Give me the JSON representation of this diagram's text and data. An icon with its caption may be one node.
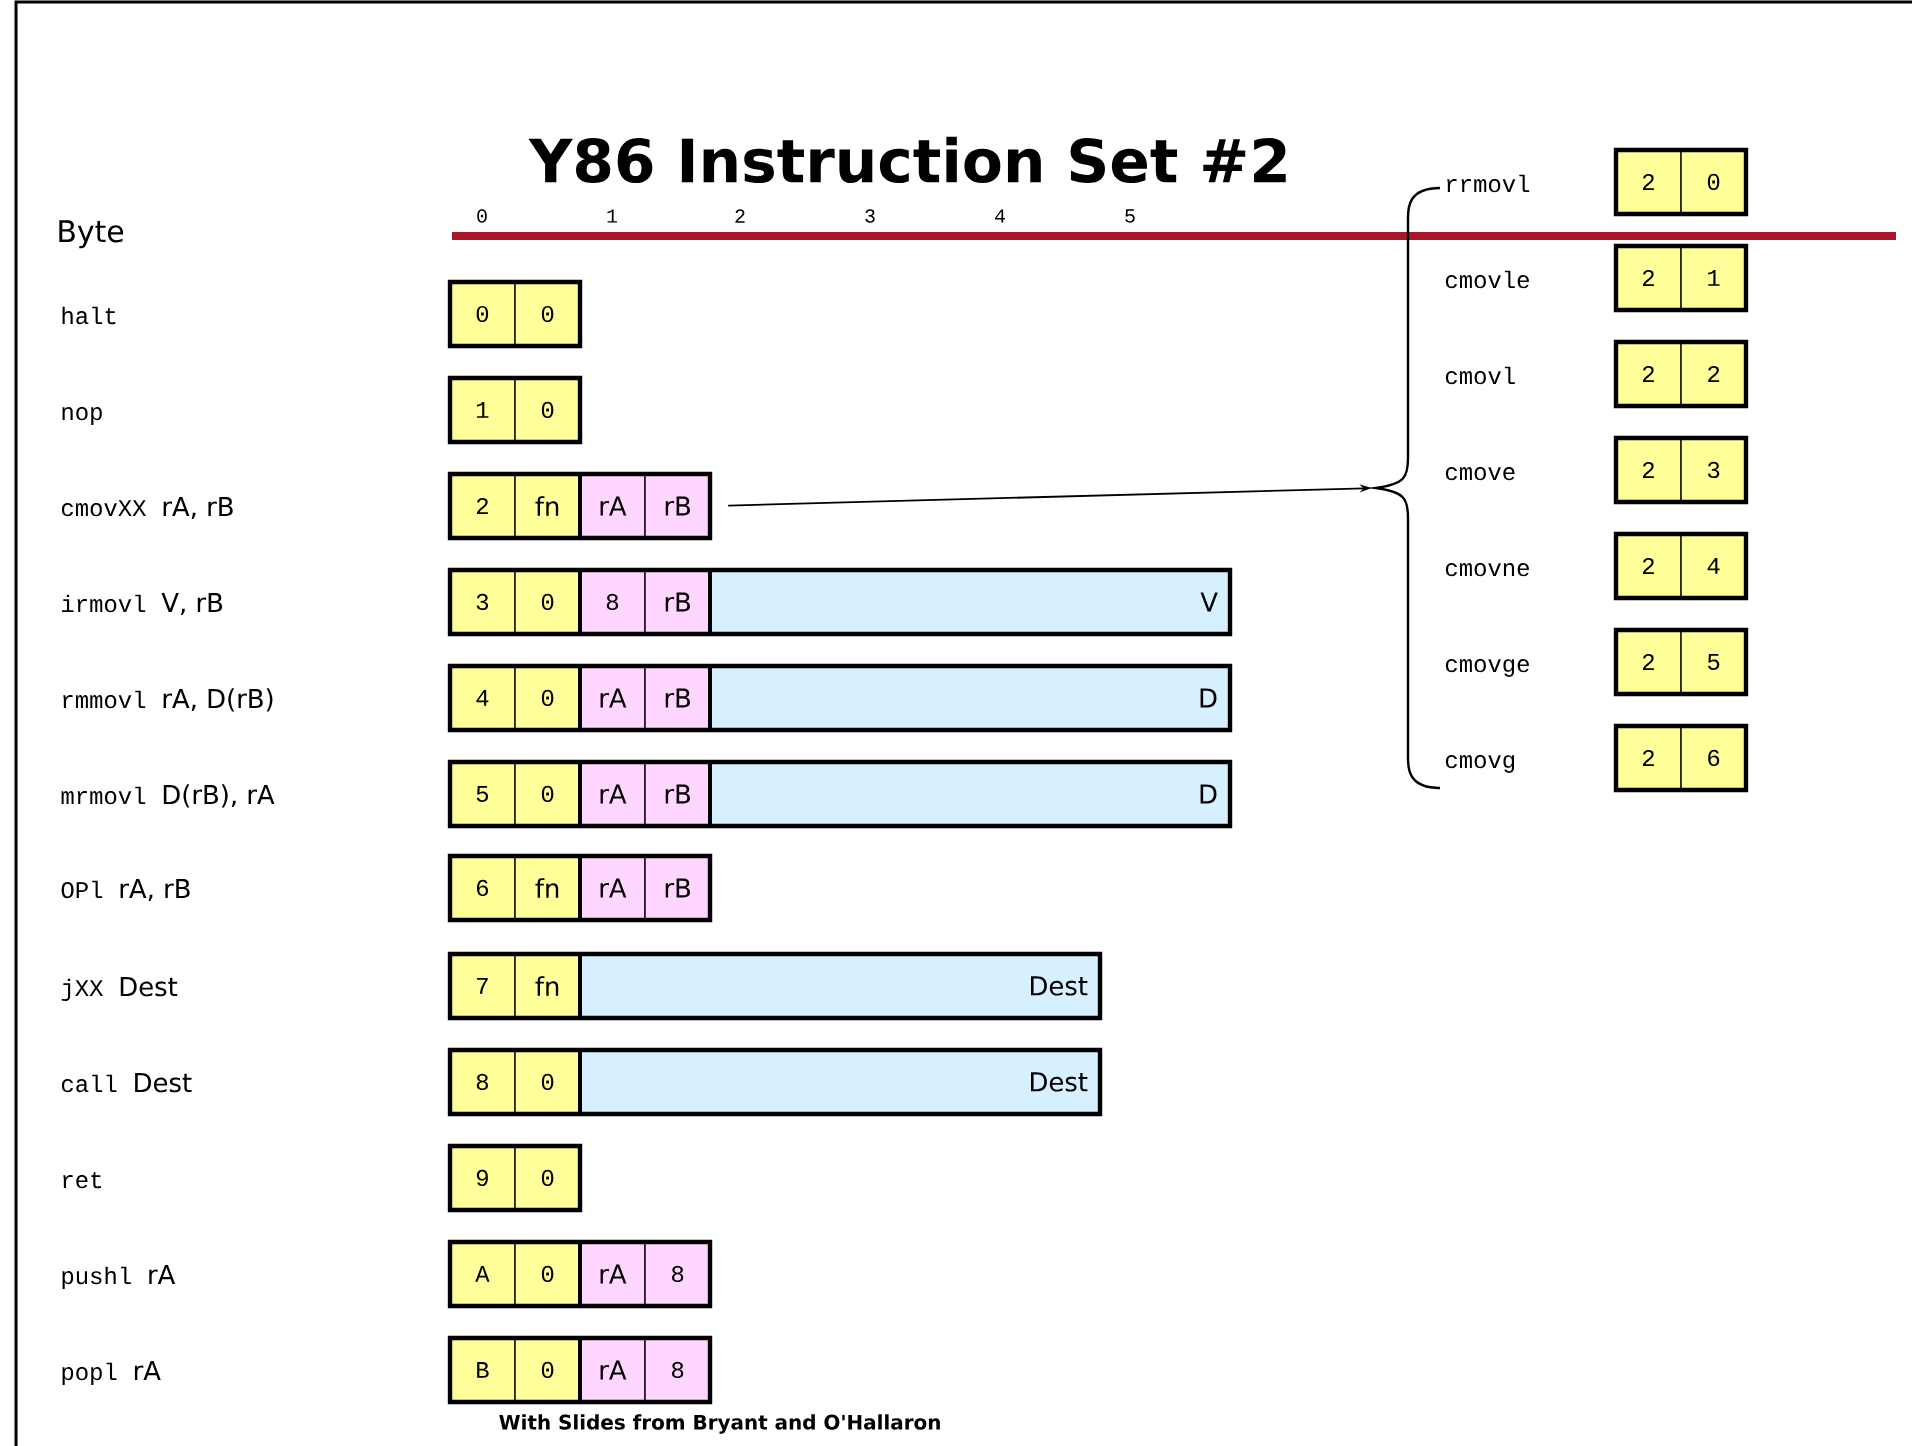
{
  "diagram": {
    "title": "Y86 Instruction Set #2",
    "nodes": [
      {
        "text": [],
        "shape": "box"
      },
      {
        "text": [
          "0"
        ],
        "in": 0
      },
      {
        "text": [
          "0"
        ],
        "in": 0
      },
      {
        "text": [],
        "shape": "box"
      },
      {
        "text": [
          "1"
        ],
        "in": 3
      },
      {
        "text": [
          "0"
        ],
        "in": 3
      },
      {
        "text": [],
        "shape": "box"
      },
      {
        "text": [
          "2"
        ],
        "in": 6
      },
      {
        "text": [
          "fn"
        ],
        "in": 6
      },
      {
        "text": [
          "rA"
        ],
        "in": 6
      },
      {
        "text": [
          "rB"
        ],
        "in": 6
      },
      {
        "text": [],
        "shape": "box"
      },
      {
        "text": [
          "3"
        ],
        "in": 11
      },
      {
        "text": [
          "0"
        ],
        "in": 11
      },
      {
        "text": [
          "8"
        ],
        "in": 11
      },
      {
        "text": [
          "rB"
        ],
        "in": 11
      },
      {
        "text": [
          "V"
        ],
        "in": 11
      },
      {
        "text": [],
        "shape": "box"
      },
      {
        "text": [
          "4"
        ],
        "in": 17
      },
      {
        "text": [
          "0"
        ],
        "in": 17
      },
      {
        "text": [
          "rA"
        ],
        "in": 17
      },
      {
        "text": [
          "rB"
        ],
        "in": 17
      },
      {
        "text": [
          "D"
        ],
        "in": 17
      },
      {
        "text": [],
        "shape": "box"
      },
      {
        "text": [
          "5"
        ],
        "in": 23
      },
      {
        "text": [
          "0"
        ],
        "in": 23
      },
      {
        "text": [
          "rA"
        ],
        "in": 23
      },
      {
        "text": [
          "rB"
        ],
        "in": 23
      },
      {
        "text": [
          "D"
        ],
        "in": 23
      },
      {
        "text": [],
        "shape": "box"
      },
      {
        "text": [
          "6"
        ],
        "in": 29
      },
      {
        "text": [
          "fn"
        ],
        "in": 29
      },
      {
        "text": [
          "rA"
        ],
        "in": 29
      },
      {
        "text": [
          "rB"
        ],
        "in": 29
      },
      {
        "text": [],
        "shape": "box"
      },
      {
        "text": [
          "7"
        ],
        "in": 34
      },
      {
        "text": [
          "fn"
        ],
        "in": 34
      },
      {
        "text": [
          "Dest"
        ],
        "in": 34
      },
      {
        "text": [],
        "shape": "box"
      },
      {
        "text": [
          "8"
        ],
        "in": 38
      },
      {
        "text": [
          "0"
        ],
        "in": 38
      },
      {
        "text": [
          "Dest"
        ],
        "in": 38
      },
      {
        "text": [],
        "shape": "box"
      },
      {
        "text": [
          "9"
        ],
        "in": 42
      },
      {
        "text": [
          "0"
        ],
        "in": 42
      },
      {
        "text": [],
        "shape": "box"
      },
      {
        "text": [
          "A"
        ],
        "in": 45
      },
      {
        "text": [
          "0"
        ],
        "in": 45
      },
      {
        "text": [
          "rA"
        ],
        "in": 45
      },
      {
        "text": [
          "8"
        ],
        "in": 45
      },
      {
        "text": [],
        "shape": "box"
      },
      {
        "text": [
          "B"
        ],
        "in": 50
      },
      {
        "text": [
          "0"
        ],
        "in": 50
      },
      {
        "text": [
          "rA"
        ],
        "in": 50
      },
      {
        "text": [
          "8"
        ],
        "in": 50
      },
      {
        "text": [],
        "shape": "brace"
      },
      {
        "text": [],
        "shape": "box"
      },
      {
        "text": [
          "2"
        ],
        "in": 56
      },
      {
        "text": [
          "0"
        ],
        "in": 56
      },
      {
        "text": [],
        "shape": "box"
      },
      {
        "text": [
          "2"
        ],
        "in": 59
      },
      {
        "text": [
          "1"
        ],
        "in": 59
      },
      {
        "text": [],
        "shape": "box"
      },
      {
        "text": [
          "2"
        ],
        "in": 62
      },
      {
        "text": [
          "2"
        ],
        "in": 62
      },
      {
        "text": [],
        "shape": "box"
      },
      {
        "text": [
          "2"
        ],
        "in": 65
      },
      {
        "text": [
          "3"
        ],
        "in": 65
      },
      {
        "text": [],
        "shape": "box"
      },
      {
        "text": [
          "2"
        ],
        "in": 68
      },
      {
        "text": [
          "4"
        ],
        "in": 68
      },
      {
        "text": [],
        "shape": "box"
      },
      {
        "text": [
          "2"
        ],
        "in": 71
      },
      {
        "text": [
          "5"
        ],
        "in": 71
      },
      {
        "text": [],
        "shape": "box"
      },
      {
        "text": [
          "2"
        ],
        "in": 74
      },
      {
        "text": [
          "6"
        ],
        "in": 74
      }
    ],
    "edges": [
      {
        "from": 6,
        "to": 55,
        "arrow": "to"
      }
    ],
    "labels": [
      "Byte",
      "0",
      "1",
      "2",
      "3",
      "4",
      "5",
      "halt",
      "nop",
      "cmovXX",
      "rA, rB",
      "irmovl",
      "V, rB",
      "rmmovl",
      "rA, D(rB)",
      "mrmovl",
      "D(rB), rA",
      "OPl",
      "rA, rB",
      "jXX",
      "Dest",
      "call",
      "Dest",
      "ret",
      "pushl",
      "rA",
      "popl",
      "rA",
      "rrmovl",
      "cmovle",
      "cmovl",
      "cmove",
      "cmovne",
      "cmovge",
      "cmovg",
      "With Slides from Bryant and O'Hallaron"
    ]
  }
}
